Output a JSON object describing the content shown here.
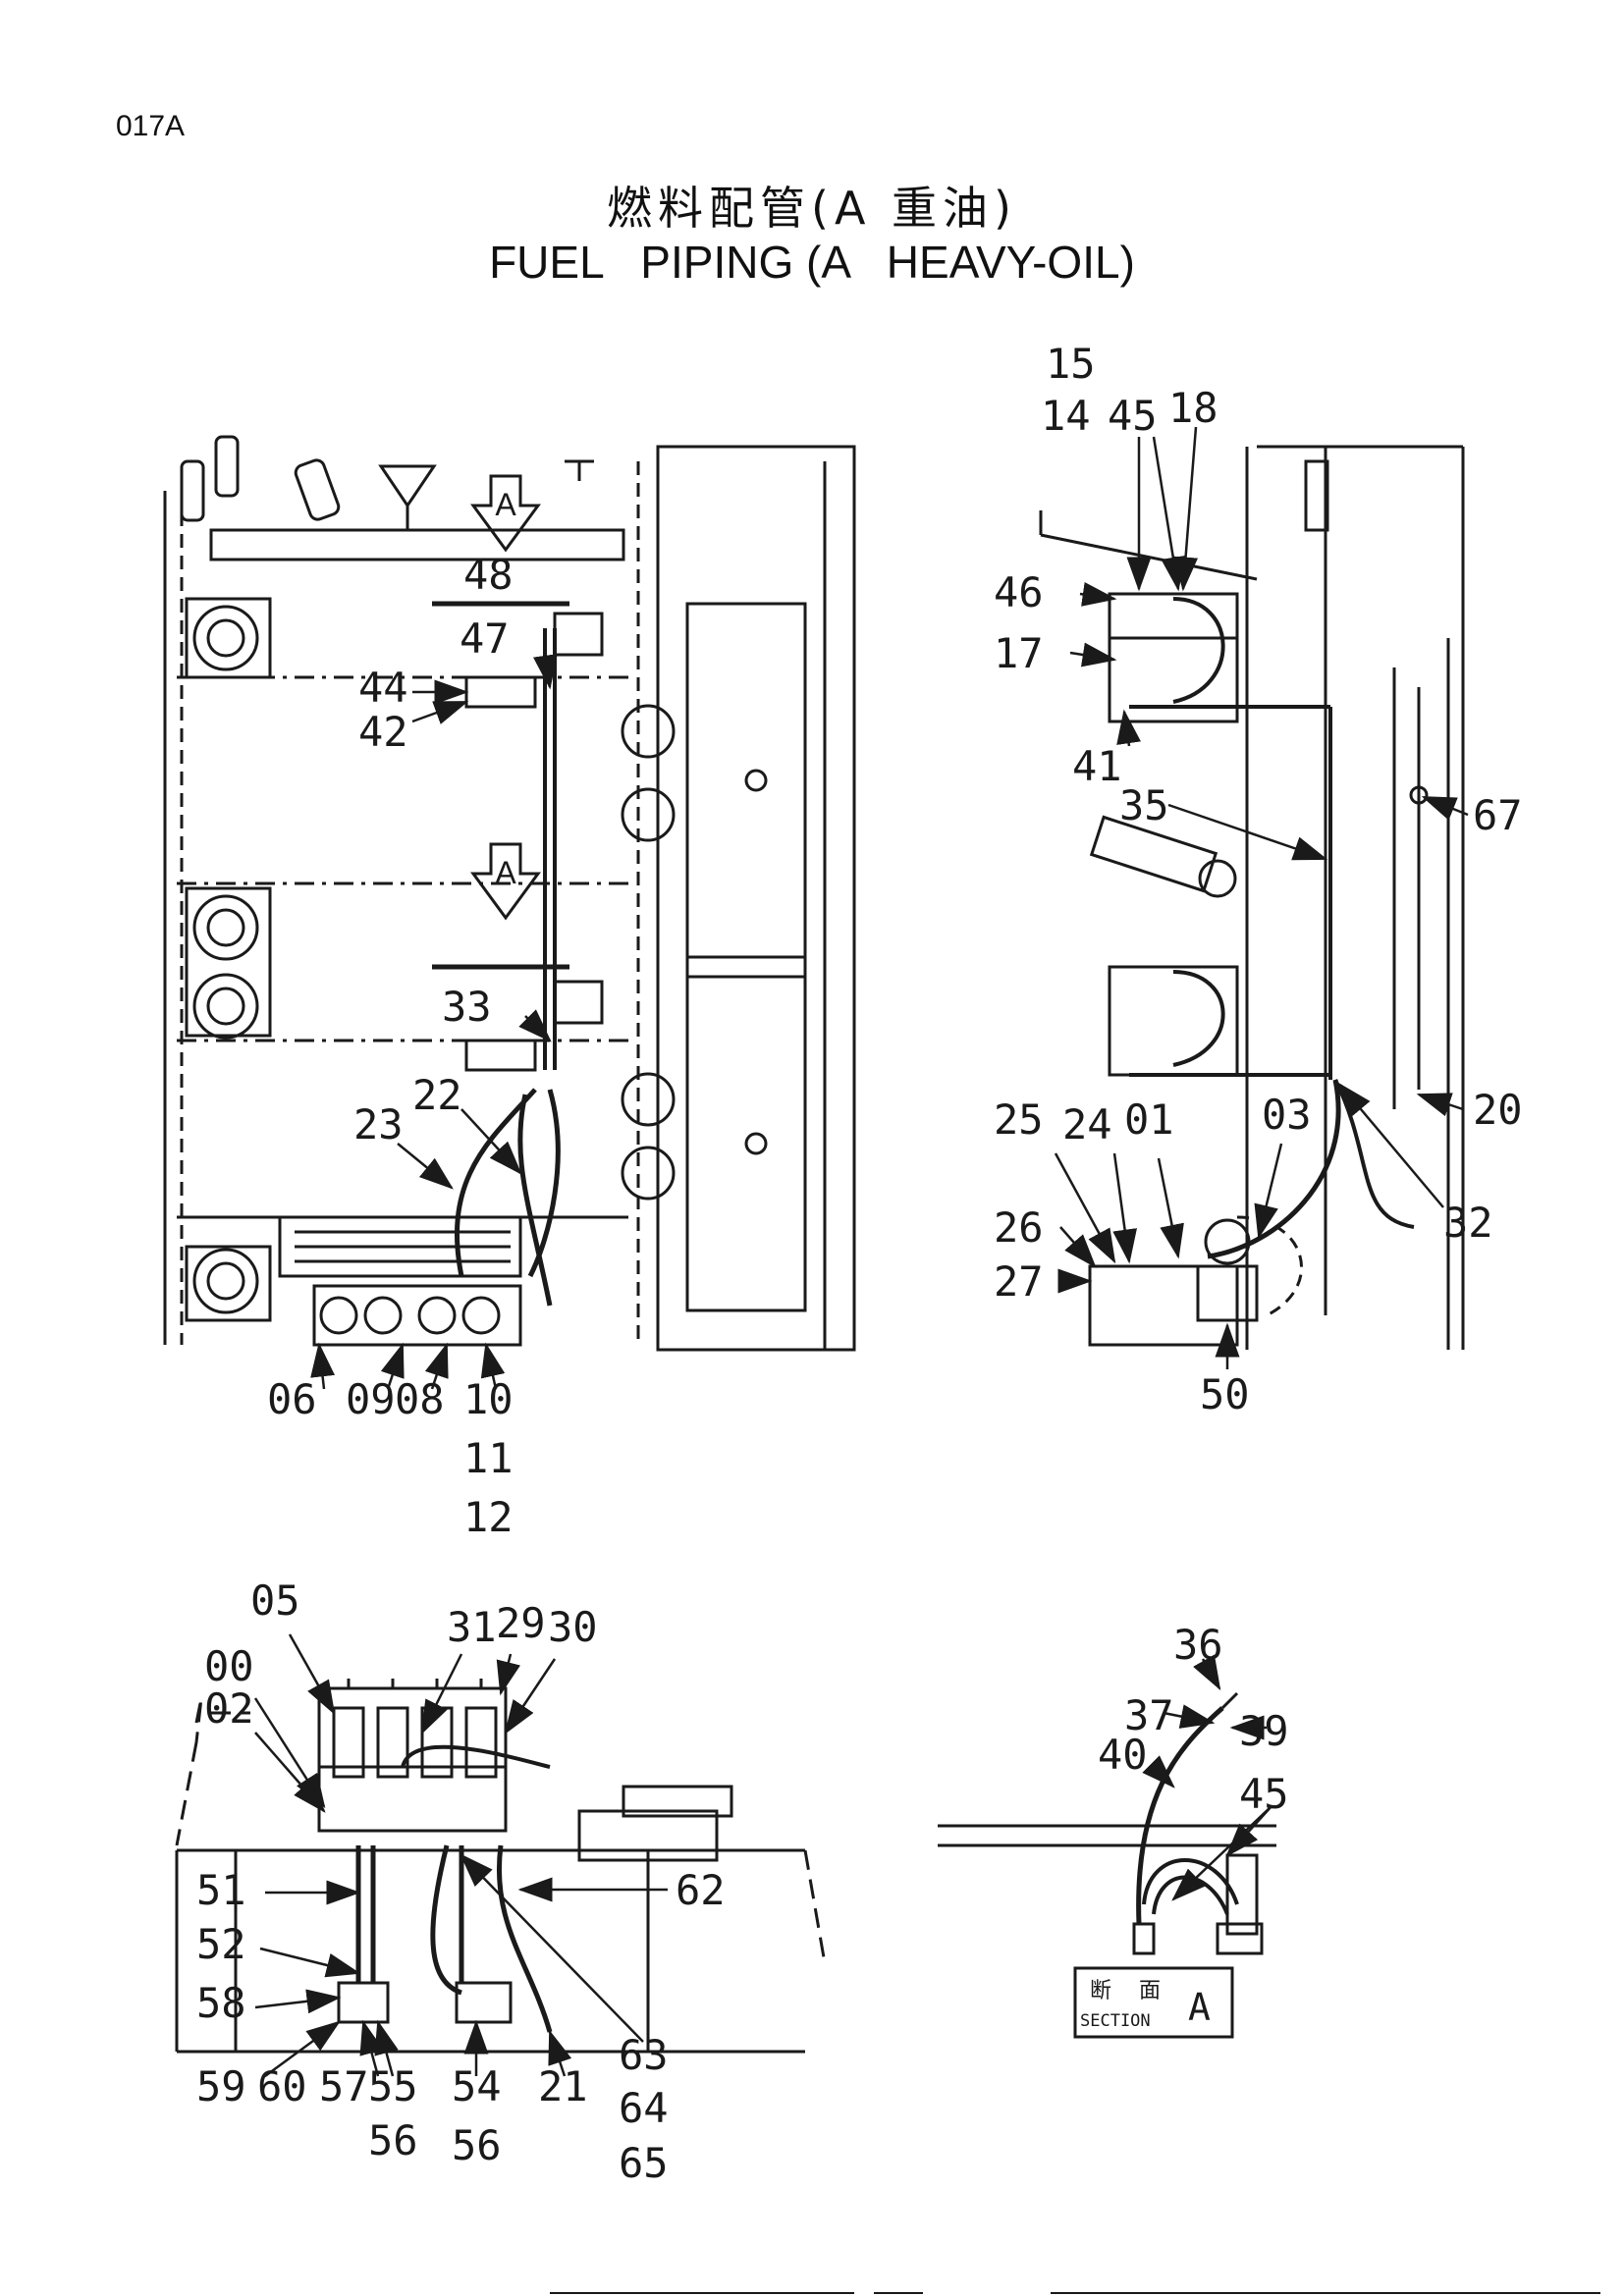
{
  "header": {
    "page_id": "017A",
    "title_jp": "燃料配管(A 重油)",
    "title_en": "FUEL   PIPING (A   HEAVY-OIL)"
  },
  "views": {
    "main_markers": [
      "A",
      "A"
    ],
    "section": {
      "jp_left": "断",
      "jp_right": "面",
      "label": "SECTION",
      "letter": "A"
    }
  },
  "callouts": {
    "front_view": [
      "48",
      "47",
      "44",
      "42",
      "33",
      "22",
      "23",
      "06",
      "09",
      "08",
      "10",
      "11",
      "12"
    ],
    "side_view": [
      "15",
      "14",
      "45",
      "18",
      "46",
      "17",
      "41",
      "35",
      "67",
      "20",
      "03",
      "32",
      "25",
      "24",
      "01",
      "26",
      "27",
      "50"
    ],
    "plan_view": [
      "05",
      "00",
      "02",
      "31",
      "29",
      "30",
      "51",
      "52",
      "58",
      "62",
      "59",
      "60",
      "57",
      "55",
      "56",
      "54",
      "56",
      "21",
      "63",
      "64",
      "65"
    ],
    "section_view": [
      "36",
      "37",
      "39",
      "40",
      "45"
    ]
  },
  "colors": {
    "ink": "#1a1a1a",
    "paper": "#ffffff"
  }
}
